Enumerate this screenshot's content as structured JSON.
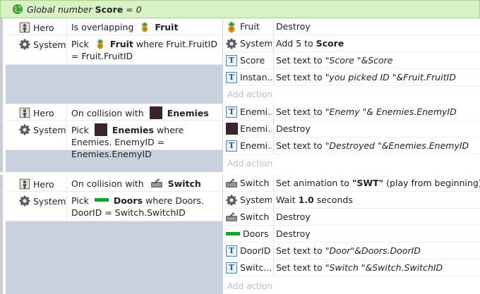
{
  "global_var": {
    "prefix": "Global number",
    "name": "Score",
    "suffix": "= 0"
  },
  "events": [
    {
      "conditions": [
        {
          "object": "Hero",
          "icon": "hero-icon",
          "parts": [
            "Is overlapping",
            "Fruit"
          ]
        },
        {
          "object": "System",
          "icon": "gear-icon",
          "parts": [
            "Pick",
            "Fruit",
            "where Fruit.FruitID = Fruit.FruitID"
          ]
        }
      ],
      "actions": [
        {
          "object": "Fruit",
          "icon": "pineapple-icon",
          "parts": [
            "Destroy"
          ]
        },
        {
          "object": "System",
          "icon": "gear-icon",
          "parts": [
            "Add 5 to",
            "Score"
          ]
        },
        {
          "object": "Score",
          "icon": "text-icon",
          "parts": [
            "Set text to",
            "\"Score \"&Score"
          ]
        },
        {
          "object": "Instan...",
          "icon": "text-icon",
          "parts": [
            "Set text to",
            "\"you picked ID \"&Fruit.FruitID"
          ]
        }
      ],
      "add_action": "Add action"
    },
    {
      "conditions": [
        {
          "object": "Hero",
          "icon": "hero-icon",
          "parts": [
            "On collision with",
            "Enemies"
          ]
        },
        {
          "object": "System",
          "icon": "gear-icon",
          "parts": [
            "Pick",
            "Enemies",
            "where Enemies. EnemyID = Enemies.EnemyID"
          ]
        }
      ],
      "actions": [
        {
          "object": "Enemi...",
          "icon": "text-icon",
          "parts": [
            "Set text to",
            "\"Enemy \"& Enemies.EnemyID"
          ]
        },
        {
          "object": "Enemi...",
          "icon": "enemy-icon",
          "parts": [
            "Destroy"
          ]
        },
        {
          "object": "Enemi...",
          "icon": "text-icon",
          "parts": [
            "Set text to",
            "\"Destroyed \"&Enemies.EnemyID"
          ]
        }
      ],
      "add_action": "Add action"
    },
    {
      "conditions": [
        {
          "object": "Hero",
          "icon": "hero-icon",
          "parts": [
            "On collision with",
            "Switch"
          ]
        },
        {
          "object": "System",
          "icon": "gear-icon",
          "parts": [
            "Pick",
            "Doors",
            "where Doors. DoorID = Switch.SwitchID"
          ]
        }
      ],
      "actions": [
        {
          "object": "Switch",
          "icon": "switch-icon",
          "parts": [
            "Set animation to",
            "\"SWT\"",
            "(play from beginning)"
          ]
        },
        {
          "object": "System",
          "icon": "gear-icon",
          "parts": [
            "Wait",
            "1.0",
            "seconds"
          ]
        },
        {
          "object": "Switch",
          "icon": "switch-icon",
          "parts": [
            "Destroy"
          ]
        },
        {
          "object": "Doors",
          "icon": "door-bar-icon",
          "parts": [
            "Destroy"
          ]
        },
        {
          "object": "DoorID",
          "icon": "text-icon",
          "parts": [
            "Set text to",
            "\"Door\"&Doors.DoorID"
          ]
        },
        {
          "object": "Switc...",
          "icon": "text-icon",
          "parts": [
            "Set text to",
            "\"Switch \"&Switch.SwitchID"
          ]
        }
      ],
      "add_action": "Add action"
    }
  ],
  "colors": {
    "global_bg": "#d9f2c4",
    "condition_bg": "#c9d1df",
    "green": "#17a52a",
    "enemy": "#3a2430"
  }
}
